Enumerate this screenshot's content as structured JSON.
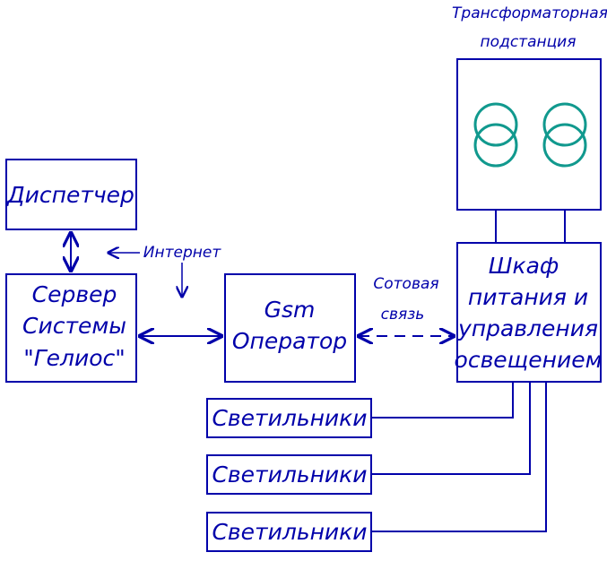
{
  "substation": {
    "title_line1": "Трансформаторная",
    "title_line2": "подстанция"
  },
  "dispatcher": {
    "label": "Диспетчер"
  },
  "server": {
    "line1": "Сервер",
    "line2": "Системы",
    "line3": "\"Гелиос\""
  },
  "internet": {
    "label": "Интернет"
  },
  "gsm": {
    "line1": "Gsm",
    "line2": "Оператор"
  },
  "cellular": {
    "line1": "Сотовая",
    "line2": "связь"
  },
  "cabinet": {
    "line1": "Шкаф",
    "line2": "питания и",
    "line3": "управления",
    "line4": "освещением"
  },
  "lamps": [
    {
      "label": "Светильники"
    },
    {
      "label": "Светильники"
    },
    {
      "label": "Светильники"
    }
  ],
  "colors": {
    "line": "#0000aa",
    "transformer": "#11998e",
    "background": "#ffffff"
  }
}
